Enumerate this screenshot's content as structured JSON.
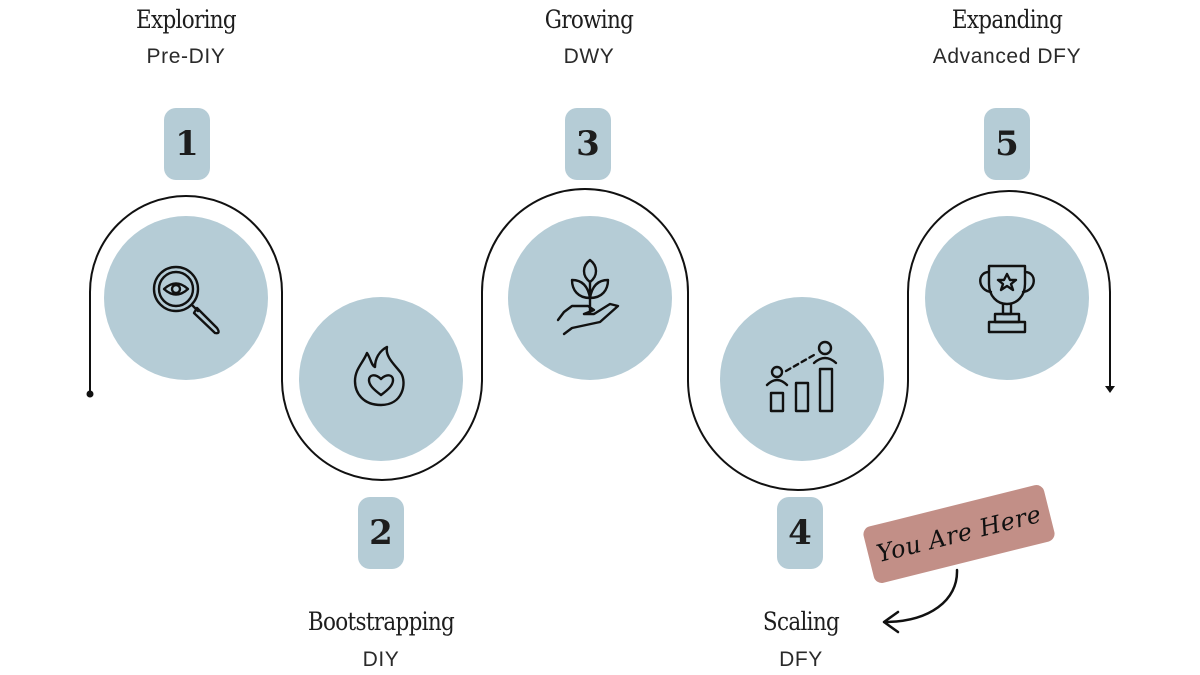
{
  "colors": {
    "circle_fill": "#b5ccd6",
    "badge_fill": "#b5ccd6",
    "path_stroke": "#111111",
    "tag_fill": "#c28f87",
    "icon_stroke": "#111111"
  },
  "steps": [
    {
      "number": "1",
      "title": "Exploring",
      "subtitle": "Pre-DIY",
      "icon": "magnifier-eye-icon"
    },
    {
      "number": "2",
      "title": "Bootstrapping",
      "subtitle": "DIY",
      "icon": "flame-heart-icon"
    },
    {
      "number": "3",
      "title": "Growing",
      "subtitle": "DWY",
      "icon": "hand-sprout-icon"
    },
    {
      "number": "4",
      "title": "Scaling",
      "subtitle": "DFY",
      "icon": "growth-chart-people-icon"
    },
    {
      "number": "5",
      "title": "Expanding",
      "subtitle": "Advanced DFY",
      "icon": "trophy-star-icon"
    }
  ],
  "callout": {
    "text": "You Are Here",
    "points_to_step": "4",
    "icon": "curved-arrow-icon"
  }
}
